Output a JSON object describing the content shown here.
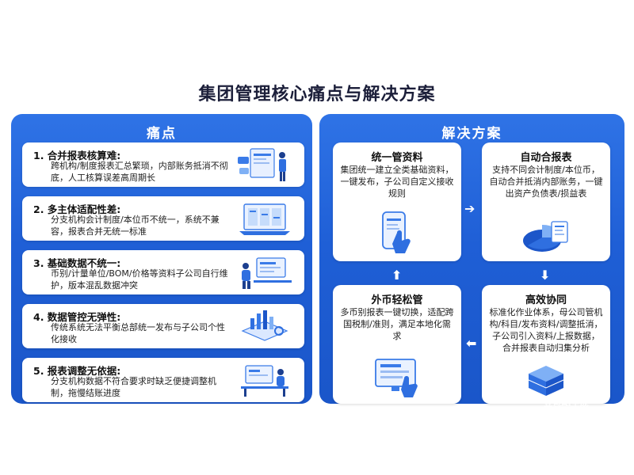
{
  "title": "集团管理核心痛点与解决方案",
  "left_header": "痛点",
  "right_header": "解决方案",
  "pain_points": [
    {
      "title": "1. 合并报表核算难:",
      "desc": "跨机构/制度报表汇总繁琐，内部账务抵消不彻底，人工核算误差高周期长"
    },
    {
      "title": "2. 多主体适配性差:",
      "desc": "分支机构会计制度/本位币不统一，系统不兼容，报表合并无统一标准"
    },
    {
      "title": "3. 基础数据不统一:",
      "desc": "币别/计量单位/BOM/价格等资料子公司自行维护，版本混乱数据冲突"
    },
    {
      "title": "4. 数据管控无弹性:",
      "desc": "传统系统无法平衡总部统一发布与子公司个性化接收"
    },
    {
      "title": "5. 报表调整无依据:",
      "desc": "分支机构数据不符合要求时缺乏便捷调整机制，拖慢结账进度"
    }
  ],
  "solutions": {
    "unified_data": {
      "title": "统一管资料",
      "desc": "集团统一建立全类基础资料，一键发布，子公司自定义接收规则"
    },
    "auto_consolidation": {
      "title": "自动合报表",
      "desc": "支持不同会计制度/本位币，自动合并抵消内部账务，一键出资产负债表/损益表"
    },
    "multi_currency": {
      "title": "外币轻松管",
      "desc": "多币别报表一键切换，适配跨国税制/准则，满足本地化需求"
    },
    "collaboration": {
      "title": "高效协同",
      "desc": "标准化作业体系，母公司管机构/科目/发布资料/调整抵消，子公司引入资料/上报数据，合并报表自动归集分析"
    }
  },
  "watermark": "豆包AI生成",
  "colors": {
    "panel_blue": "#1f5fd6",
    "accent_blue": "#2f6fe0",
    "light_blue": "#d6e6ff"
  }
}
